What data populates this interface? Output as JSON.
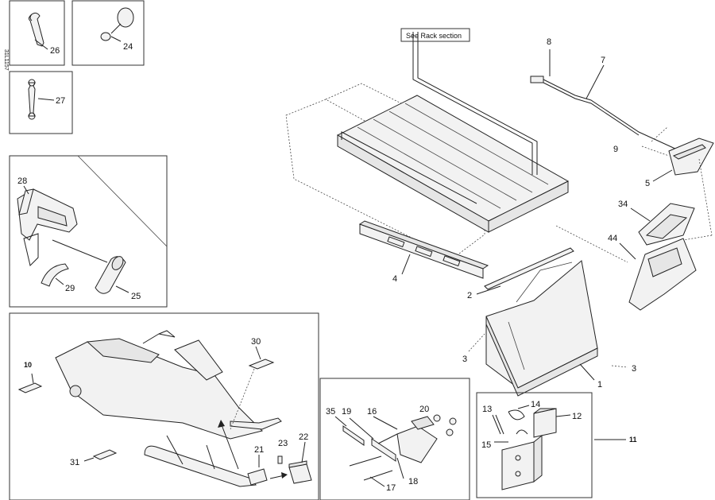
{
  "diagram_code": "31L1157",
  "rack_note": "See Rack section",
  "callouts": {
    "c1": "1",
    "c2": "2",
    "c3a": "3",
    "c3b": "3",
    "c4": "4",
    "c5": "5",
    "c7": "7",
    "c8": "8",
    "c9": "9",
    "c10": "10",
    "c11": "11",
    "c12": "12",
    "c13": "13",
    "c14": "14",
    "c15": "15",
    "c16": "16",
    "c17": "17",
    "c18": "18",
    "c19": "19",
    "c20": "20",
    "c21": "21",
    "c22": "22",
    "c23": "23",
    "c24": "24",
    "c25": "25",
    "c26": "26",
    "c27": "27",
    "c28": "28",
    "c29": "29",
    "c30": "30",
    "c31": "31",
    "c34": "34",
    "c35": "35",
    "c44": "44"
  }
}
